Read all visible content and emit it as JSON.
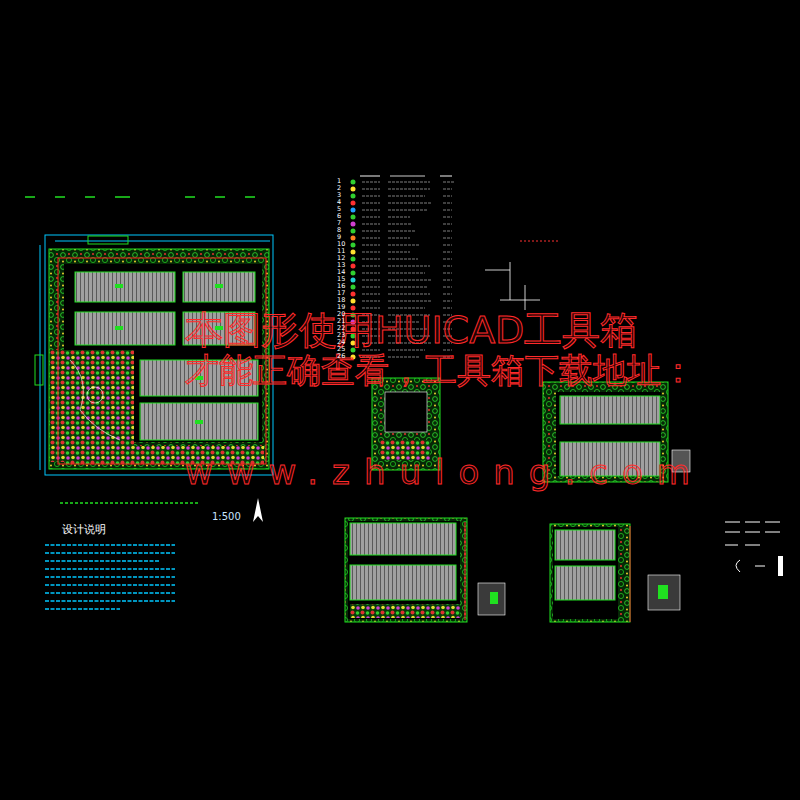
{
  "diagram": {
    "labels": [
      "设计说明",
      "1:500",
      "本图形使用HUICAD工具箱",
      "才能正确查看，工具箱下载地址：",
      "www.zhulong.com",
      "1",
      "2",
      "3",
      "4",
      "5",
      "6",
      "7",
      "8",
      "9",
      "10",
      "11",
      "12",
      "13",
      "14",
      "15",
      "16",
      "17",
      "18",
      "19",
      "20",
      "21",
      "22",
      "23",
      "24",
      "25",
      "26"
    ]
  }
}
